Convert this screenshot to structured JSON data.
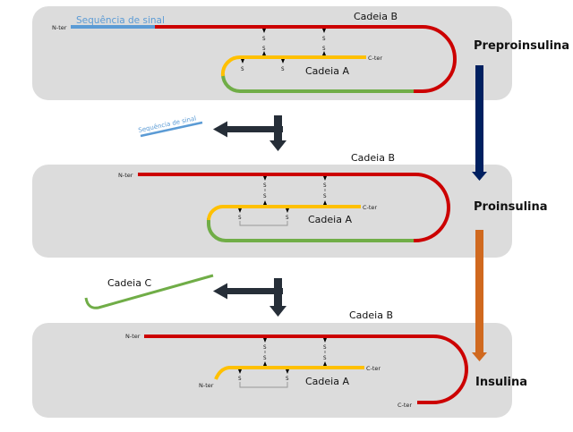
{
  "title": "Processamento da insulina",
  "colors": {
    "panel_bg": "#dcdcdc",
    "signal_sequence": "#5b9bd5",
    "chain_b": "#cc0000",
    "chain_a": "#ffc000",
    "chain_c": "#70ad47",
    "arrow_stage1": "#002060",
    "arrow_stage2": "#d0691f",
    "cleave_arrow": "#262e38",
    "bridge": "#999999"
  },
  "stages": [
    {
      "name": "Preproinsulina",
      "chain_b_label": "Cadeia B",
      "chain_a_label": "Cadeia A",
      "signal_label": "Sequência de sinal",
      "n_ter_label": "N-ter",
      "c_ter_label": "C-ter",
      "sulfur": "S"
    },
    {
      "name": "Proinsulina",
      "chain_b_label": "Cadeia B",
      "chain_a_label": "Cadeia A",
      "n_ter_label": "N-ter",
      "c_ter_label": "C-ter",
      "sulfur": "S"
    },
    {
      "name": "Insulina",
      "chain_b_label": "Cadeia B",
      "chain_a_label": "Cadeia A",
      "n_ter_label": "N-ter",
      "n_ter_a_label": "N-ter",
      "c_ter_label": "C-ter",
      "c_ter_b_label": "C-ter",
      "sulfur": "S"
    }
  ],
  "removed": {
    "signal_label": "Sequência de sinal",
    "c_chain_label": "Cadeia C"
  }
}
